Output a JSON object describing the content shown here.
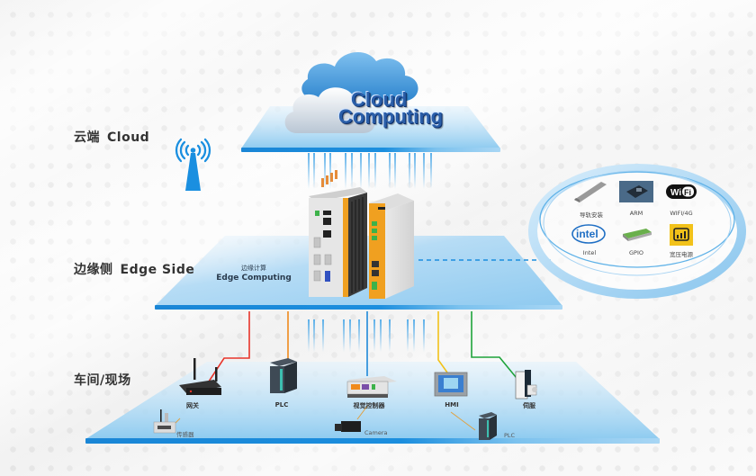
{
  "layers": {
    "cloud": {
      "zh": "云端",
      "en": "Cloud"
    },
    "edge": {
      "zh": "边缘侧",
      "en": "Edge Side"
    },
    "field": {
      "zh": "车间/现场"
    }
  },
  "cloud_badge": {
    "line1": "Cloud",
    "line2": "Computing"
  },
  "edge_platform": {
    "zh": "边缘计算",
    "en": "Edge Computing"
  },
  "features": [
    {
      "icon": "din-rail-icon",
      "label": "导轨安装"
    },
    {
      "icon": "arm-chip-icon",
      "label": "ARM"
    },
    {
      "icon": "wifi-logo-icon",
      "label": "WIFI/4G"
    },
    {
      "icon": "intel-logo-icon",
      "label": "Intel"
    },
    {
      "icon": "gpio-board-icon",
      "label": "GPIO"
    },
    {
      "icon": "power-supply-icon",
      "label": "宽压电源"
    }
  ],
  "field_devices": [
    {
      "name": "gateway",
      "label": "网关",
      "link_color": "#e8352b"
    },
    {
      "name": "plc",
      "label": "PLC",
      "link_color": "#f08a1c"
    },
    {
      "name": "vision-controller",
      "label": "视觉控制器",
      "link_color": "#1e88d8"
    },
    {
      "name": "hmi",
      "label": "HMI",
      "link_color": "#f2c21a"
    },
    {
      "name": "servo",
      "label": "伺服",
      "link_color": "#1ea33a"
    }
  ],
  "sub_devices": [
    {
      "name": "sensor",
      "label": "传感器"
    },
    {
      "name": "camera",
      "label": "Camera"
    },
    {
      "name": "plc-2",
      "label": "PLC"
    }
  ],
  "colors": {
    "platform_edge": "#1b8ede",
    "platform_fill": "#a9d6f3",
    "accent_orange": "#f0a020",
    "antenna_blue": "#1a8fe0"
  }
}
